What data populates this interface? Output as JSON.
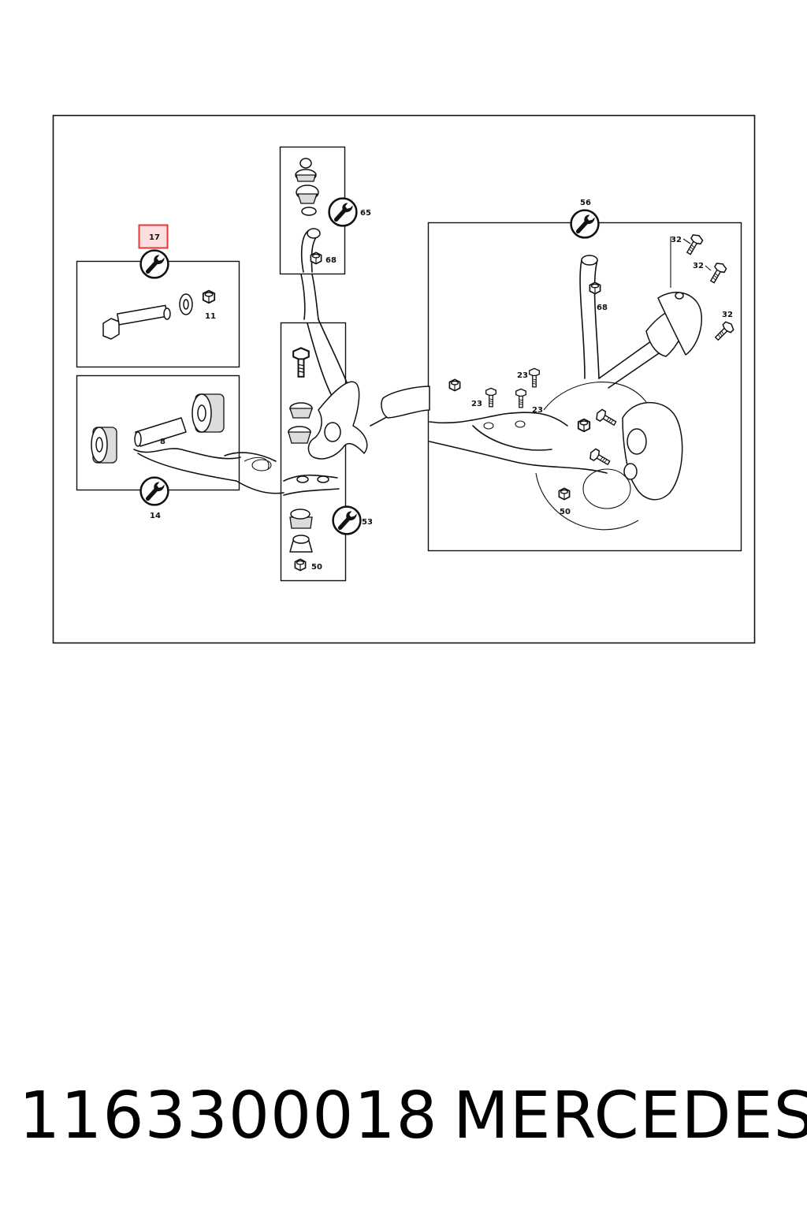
{
  "diagram": {
    "callouts": {
      "c17": "17",
      "c11": "11",
      "c8": "8",
      "c14": "14",
      "c65": "65",
      "c68a": "68",
      "c53": "53",
      "c50a": "50",
      "c56": "56",
      "c68b": "68",
      "c32a": "32",
      "c32b": "32",
      "c32c": "32",
      "c23a": "23",
      "c23b": "23",
      "c23c": "23",
      "c50b": "50"
    },
    "highlight_color": "#e23a3a",
    "icons": [
      "wrench-icon"
    ]
  },
  "footer": {
    "part_number": "1163300018",
    "brand": "MERCEDES"
  }
}
